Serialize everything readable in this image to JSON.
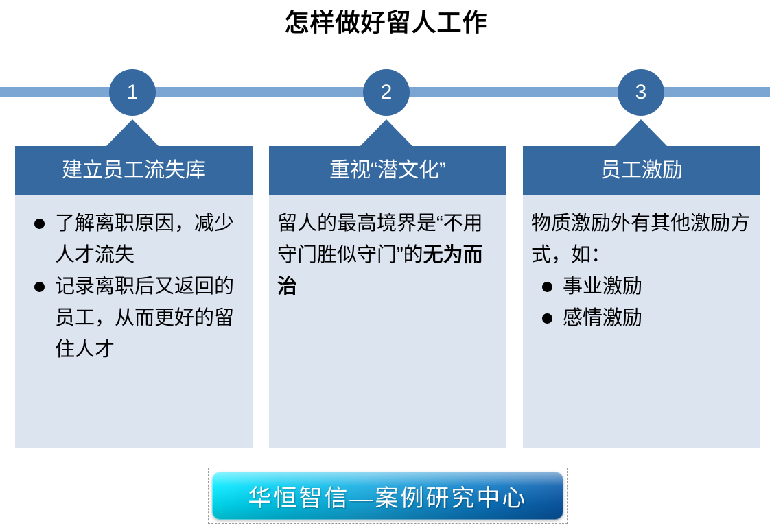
{
  "title": "怎样做好留人工作",
  "colors": {
    "deep_blue": "#36699F",
    "light_bar_blue": "#7BA5D3",
    "card_body_blue": "#DCE4F0",
    "banner_cyan": "#00E9FF",
    "banner_blue": "#0A5AAA"
  },
  "timeline": {
    "steps": [
      {
        "number": "1"
      },
      {
        "number": "2"
      },
      {
        "number": "3"
      }
    ]
  },
  "cards": [
    {
      "header": "建立员工流失库",
      "bullets": [
        "了解离职原因，减少人才流失",
        "记录离职后又返回的员工，从而更好的留住人才"
      ]
    },
    {
      "header": "重视“潜文化”",
      "paragraph_lead": "留人的最高境界是“不用守门胜似守门”的",
      "paragraph_strong": "无为而治"
    },
    {
      "header": "员工激励",
      "intro": "物质激励外有其他激励方式，如：",
      "bullets": [
        "事业激励",
        "感情激励"
      ]
    }
  ],
  "footer": {
    "banner_text": "华恒智信—案例研究中心"
  }
}
